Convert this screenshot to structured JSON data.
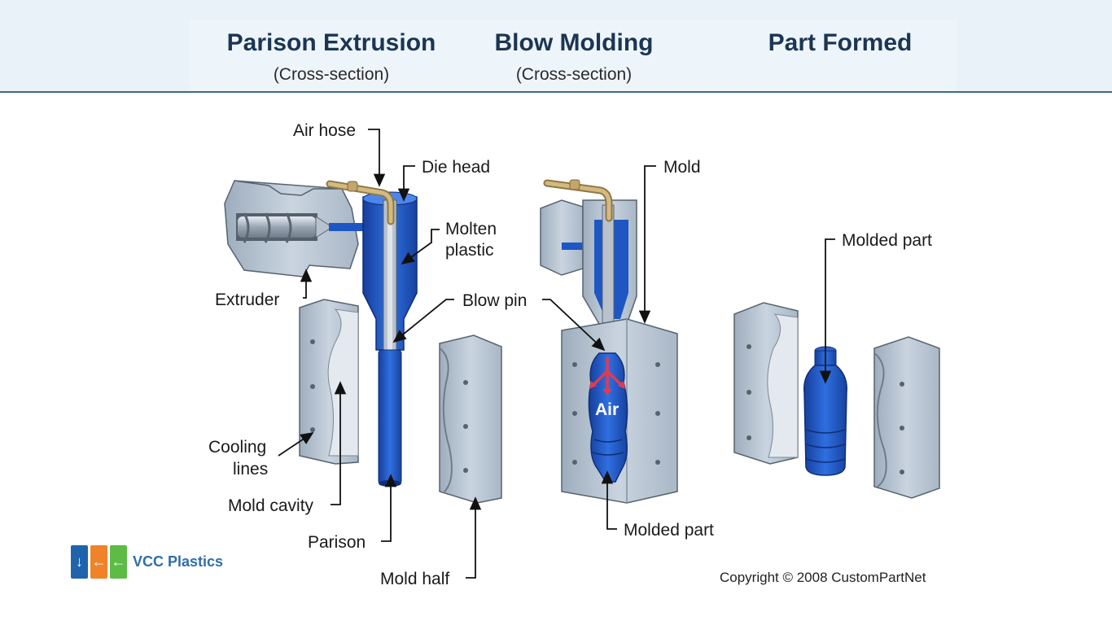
{
  "header": {
    "columns": [
      {
        "title": "Parison Extrusion",
        "subtitle": "(Cross-section)"
      },
      {
        "title": "Blow Molding",
        "subtitle": "(Cross-section)"
      },
      {
        "title": "Part Formed",
        "subtitle": ""
      }
    ]
  },
  "labels": {
    "air_hose": "Air hose",
    "die_head": "Die head",
    "molten_plastic_1": "Molten",
    "molten_plastic_2": "plastic",
    "extruder": "Extruder",
    "blow_pin": "Blow pin",
    "cooling_lines_1": "Cooling",
    "cooling_lines_2": "lines",
    "mold_cavity": "Mold cavity",
    "parison": "Parison",
    "mold_half": "Mold half",
    "mold": "Mold",
    "air": "Air",
    "molded_part_center": "Molded part",
    "molded_part_right": "Molded part"
  },
  "footer": {
    "copyright": "Copyright © 2008 CustomPartNet",
    "logo_text": "VCC Plastics"
  },
  "colors": {
    "plastic_blue": "#1e56c4",
    "mold_steel": "#b9c6d3",
    "header_text": "#1c3553",
    "brass": "#c3a66b",
    "air_arrow": "#e23a52",
    "logo_blue": "#1f63ad",
    "logo_orange": "#f0832a",
    "logo_green": "#5dbb46"
  }
}
